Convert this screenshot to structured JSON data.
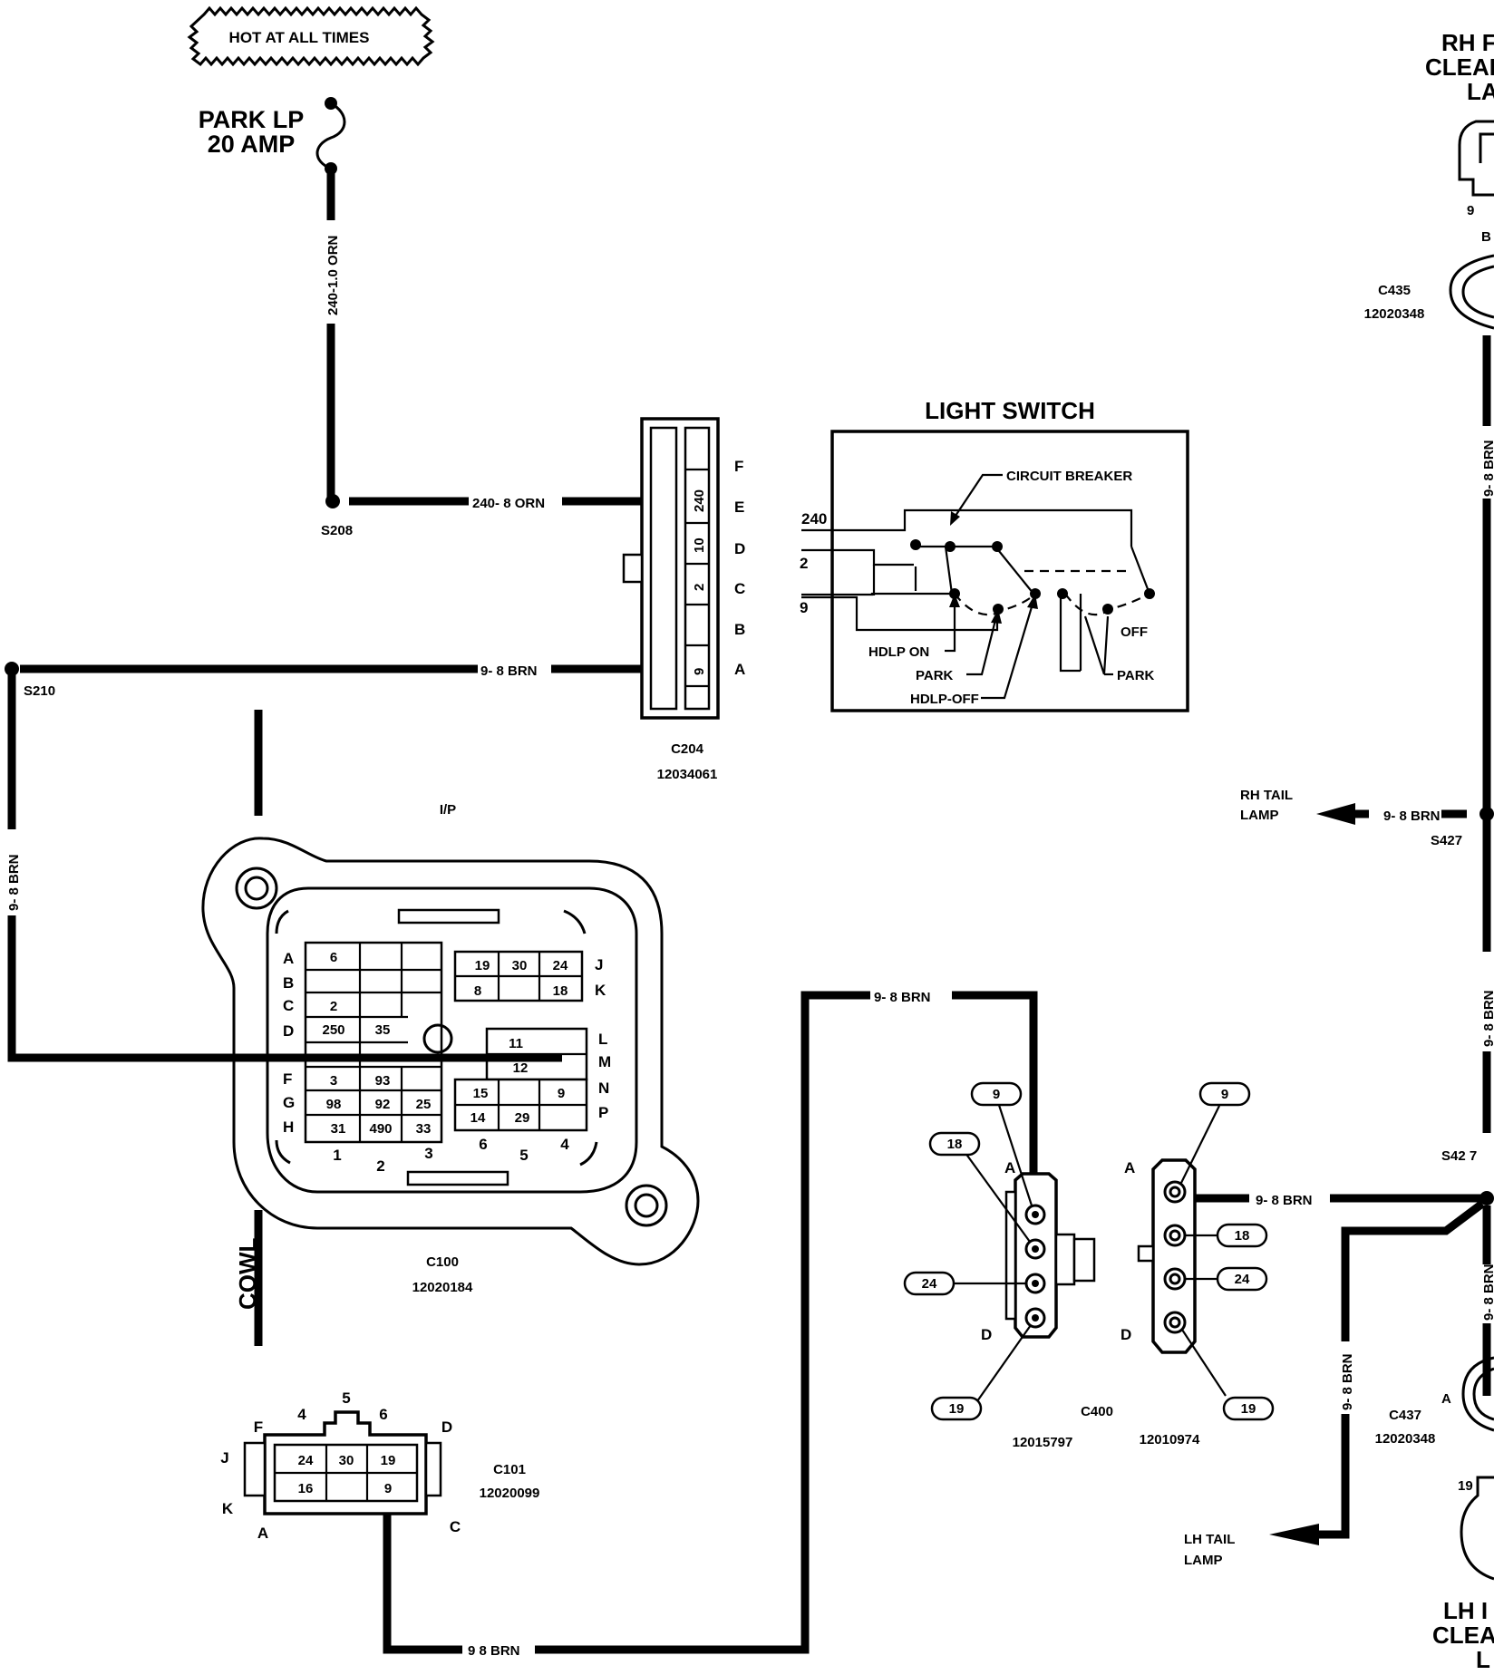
{
  "banner": {
    "text": "HOT AT ALL TIMES"
  },
  "fuse": {
    "line1": "PARK LP",
    "line2": "20 AMP"
  },
  "wires": {
    "w1": "240-1.0 ORN",
    "w2": "240- 8 ORN",
    "w3": "9- 8 BRN",
    "w4": "9- 8 BRN",
    "w5": "9- 8 BRN",
    "w6": "9- 8 BRN",
    "w7": "9- 8 BRN",
    "w8": "9- 8 BRN",
    "w9": "9- 8 BRN",
    "w10": "9  8 BRN",
    "w11": "9- 8 BRN",
    "w12": "9- 8 BRN"
  },
  "splices": {
    "s208": "S208",
    "s210": "S210",
    "s427a": "S427",
    "s427b": "S42 7"
  },
  "c204": {
    "name": "C204",
    "part": "12034061",
    "pins": [
      "F",
      "E",
      "D",
      "C",
      "B",
      "A"
    ],
    "cells": [
      "240",
      "10",
      "2",
      "9"
    ]
  },
  "light_switch": {
    "title": "LIGHT SWITCH",
    "circuit_breaker": "CIRCUIT BREAKER",
    "inputs": [
      "240",
      "2",
      "9"
    ],
    "hdlp_on": "HDLP ON",
    "park": "PARK",
    "hdlp_off": "HDLP-OFF",
    "off": "OFF",
    "park2": "PARK"
  },
  "ip_label": "I/P",
  "cowl_label": "COWL",
  "c100": {
    "name": "C100",
    "part": "12020184",
    "rows_left": [
      "A",
      "B",
      "C",
      "D",
      "F",
      "G",
      "H"
    ],
    "rows_right": [
      "J",
      "K",
      "L",
      "M",
      "N",
      "P"
    ],
    "bottom": [
      "1",
      "2",
      "3",
      "6",
      "5",
      "4"
    ],
    "cells": {
      "r1": "6",
      "r3": "2",
      "r4a": "250",
      "r4b": "35",
      "r5a": "3",
      "r5b": "93",
      "r6a": "98",
      "r6b": "92",
      "r6c": "25",
      "r7a": "31",
      "r7b": "490",
      "r7c": "33",
      "j1": "19",
      "j2": "30",
      "j3": "24",
      "k1": "8",
      "k2": "18",
      "l1": "11",
      "m1": "12",
      "n1": "15",
      "n2": "9",
      "p1": "14",
      "p2": "29"
    }
  },
  "c101": {
    "name": "C101",
    "part": "12020099",
    "pins": [
      "5",
      "4",
      "6",
      "F",
      "D",
      "J",
      "K",
      "A",
      "C"
    ],
    "cells": [
      "24",
      "30",
      "19",
      "16",
      "9"
    ]
  },
  "c400": {
    "name": "C400",
    "part_left": "12015797",
    "part_right": "12010974",
    "left_pins": [
      "A",
      "D"
    ],
    "right_pins": [
      "A",
      "D"
    ],
    "left_tags": [
      "9",
      "18",
      "24",
      "19"
    ],
    "right_tags": [
      "9",
      "18",
      "24",
      "19"
    ]
  },
  "rh_clearance": {
    "line1": "RH F",
    "line2": "CLEAI",
    "line3": "LA"
  },
  "lh_clearance": {
    "line1": "LH I",
    "line2": "CLEA",
    "line3": "L"
  },
  "c435": {
    "name": "C435",
    "part": "12020348",
    "pin_b": "B",
    "pin_9": "9"
  },
  "c437": {
    "name": "C437",
    "part": "12020348",
    "pin_a": "A",
    "pin_19": "19"
  },
  "rh_tail": {
    "line1": "RH TAIL",
    "line2": "LAMP"
  },
  "lh_tail": {
    "line1": "LH TAIL",
    "line2": "LAMP"
  }
}
